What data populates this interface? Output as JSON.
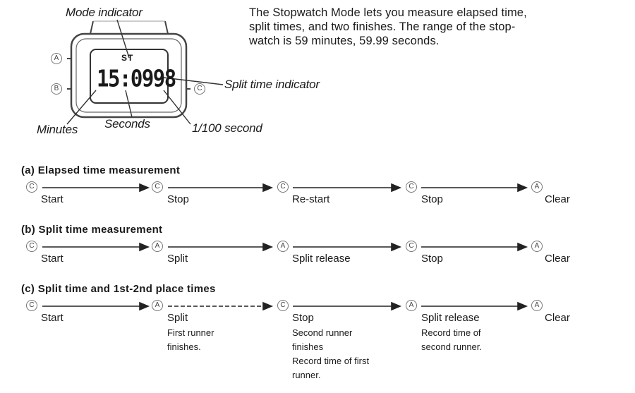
{
  "callouts": {
    "mode_indicator": "Mode indicator",
    "split_time_indicator": "Split time indicator",
    "minutes": "Minutes",
    "seconds": "Seconds",
    "hundredths": "1/100 second"
  },
  "watch": {
    "mode_display": "ST",
    "time_display": "15:0998",
    "button_a": "A",
    "button_b": "B",
    "button_c": "C"
  },
  "description": {
    "line1": "The Stopwatch Mode lets you measure elapsed time,",
    "line2": "split times, and two finishes.  The range of the stop-",
    "line3": "watch is 59 minutes, 59.99 seconds."
  },
  "sections": [
    {
      "heading": "(a) Elapsed time measurement",
      "steps": [
        {
          "button": "C",
          "label": "Start"
        },
        {
          "button": "C",
          "label": "Stop"
        },
        {
          "button": "C",
          "label": "Re-start"
        },
        {
          "button": "C",
          "label": "Stop"
        },
        {
          "button": "A",
          "label": "Clear"
        }
      ]
    },
    {
      "heading": "(b) Split time measurement",
      "steps": [
        {
          "button": "C",
          "label": "Start"
        },
        {
          "button": "A",
          "label": "Split"
        },
        {
          "button": "A",
          "label": "Split release"
        },
        {
          "button": "C",
          "label": "Stop"
        },
        {
          "button": "A",
          "label": "Clear"
        }
      ]
    },
    {
      "heading": "(c) Split time and 1st-2nd place times",
      "steps": [
        {
          "button": "C",
          "label": "Start"
        },
        {
          "button": "A",
          "label": "Split",
          "note1": "First runner",
          "note2": "finishes."
        },
        {
          "button": "C",
          "label": "Stop",
          "note1": "Second runner",
          "note2": "finishes",
          "note3": "Record time of first",
          "note4": "runner."
        },
        {
          "button": "A",
          "label": "Split release",
          "note1": "Record time of",
          "note2": "second runner."
        },
        {
          "button": "A",
          "label": "Clear"
        }
      ]
    }
  ]
}
